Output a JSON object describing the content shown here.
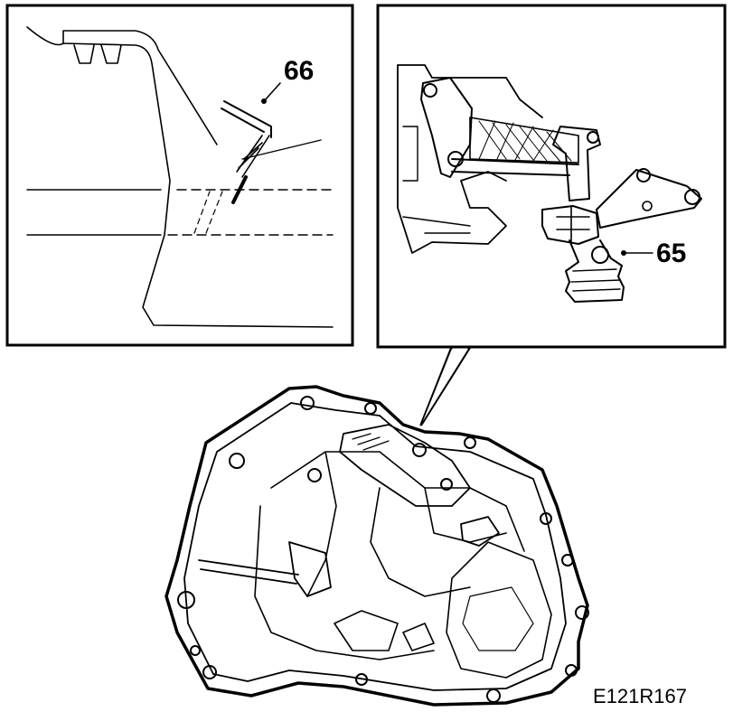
{
  "callouts": {
    "left_panel_label": "66",
    "right_panel_label": "65"
  },
  "figure_code": "E121R167"
}
